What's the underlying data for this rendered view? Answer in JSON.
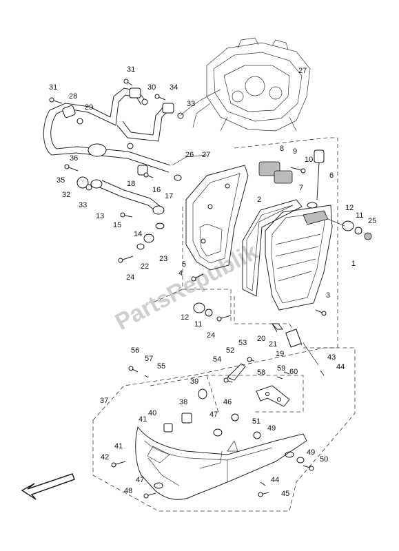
{
  "watermark": "PartsRepublik",
  "callouts": [
    "27",
    "31",
    "30",
    "34",
    "31",
    "28",
    "29",
    "33",
    "36",
    "26",
    "27",
    "8",
    "9",
    "10",
    "6",
    "35",
    "32",
    "33",
    "18",
    "16",
    "17",
    "2",
    "7",
    "13",
    "15",
    "12",
    "11",
    "25",
    "14",
    "22",
    "23",
    "5",
    "4",
    "24",
    "1",
    "3",
    "12",
    "11",
    "24",
    "20",
    "21",
    "19",
    "56",
    "57",
    "55",
    "54",
    "52",
    "53",
    "43",
    "44",
    "58",
    "59",
    "60",
    "39",
    "38",
    "46",
    "37",
    "40",
    "41",
    "47",
    "51",
    "49",
    "41",
    "42",
    "49",
    "50",
    "47",
    "48",
    "44",
    "45"
  ],
  "direction_arrow": "arrow-left-down-icon"
}
